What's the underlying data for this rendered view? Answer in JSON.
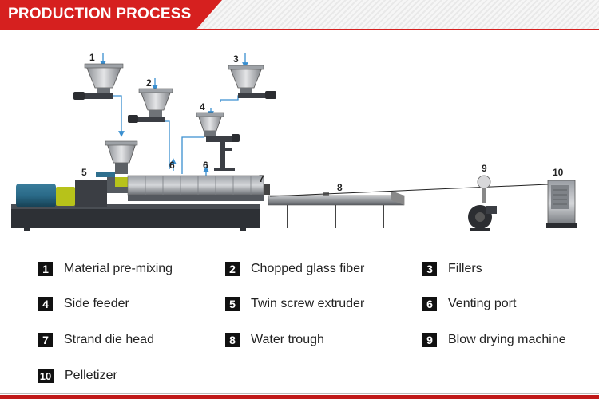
{
  "header": {
    "title": "PRODUCTION PROCESS"
  },
  "diagram_labels": [
    "1",
    "2",
    "3",
    "4",
    "5",
    "6",
    "6",
    "7",
    "8",
    "9",
    "10"
  ],
  "legend": [
    {
      "num": "1",
      "text": "Material pre-mixing"
    },
    {
      "num": "2",
      "text": "Chopped glass fiber"
    },
    {
      "num": "3",
      "text": "Fillers"
    },
    {
      "num": "4",
      "text": "Side feeder"
    },
    {
      "num": "5",
      "text": "Twin screw extruder"
    },
    {
      "num": "6",
      "text": "Venting port"
    },
    {
      "num": "7",
      "text": "Strand die head"
    },
    {
      "num": "8",
      "text": "Water trough"
    },
    {
      "num": "9",
      "text": "Blow drying machine"
    },
    {
      "num": "10",
      "text": "Pelletizer"
    }
  ],
  "colors": {
    "accent": "#d6201f",
    "flow_line": "#3a8fd0",
    "machine_dark": "#3b3e44",
    "motor_blue": "#1f5f7a",
    "gearbox_yellow": "#b7c21a"
  }
}
